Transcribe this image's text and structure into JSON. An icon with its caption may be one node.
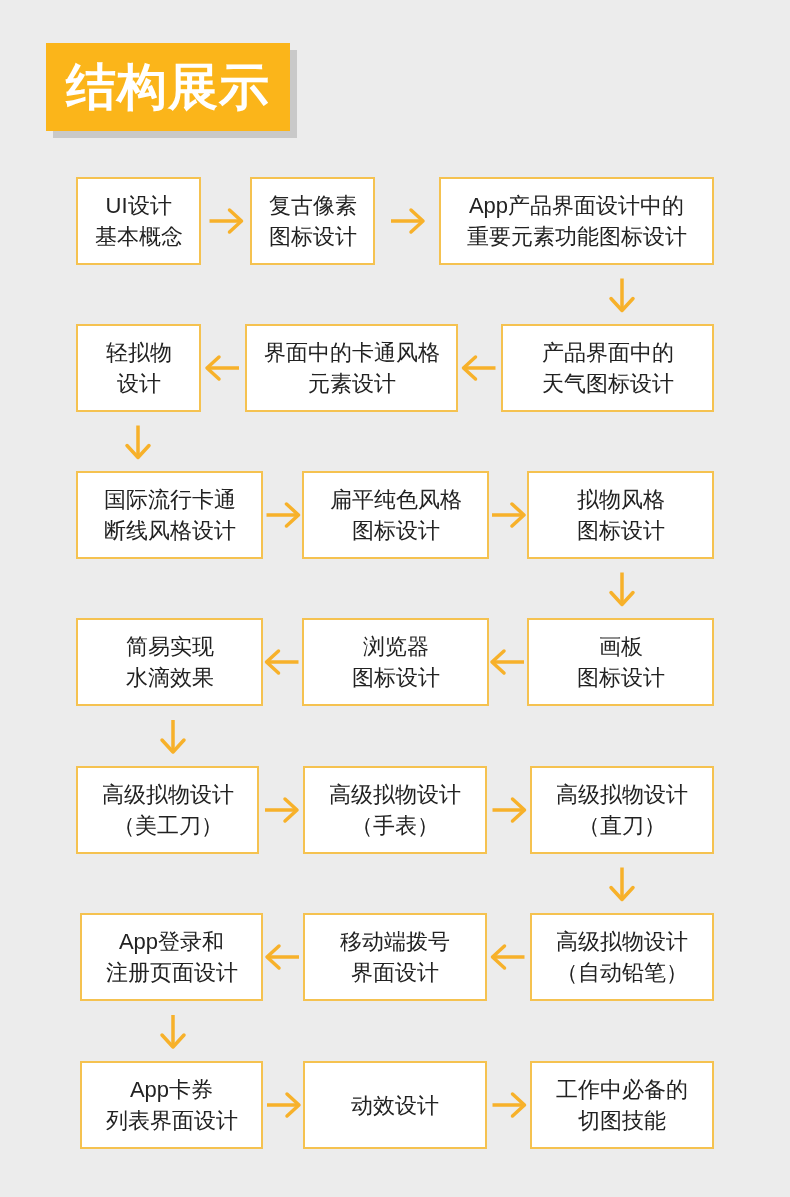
{
  "diagram": {
    "title": "结构展示",
    "nodes": [
      {
        "text": [
          "UI设计基本概念"
        ]
      },
      {
        "text": [
          "复古像素图标设计"
        ]
      },
      {
        "text": [
          "App产品界面设计中的重要元素功能图标设计"
        ]
      },
      {
        "text": [
          "轻拟物设计"
        ]
      },
      {
        "text": [
          "界面中的卡通风格元素设计"
        ]
      },
      {
        "text": [
          "产品界面中的天气图标设计"
        ]
      },
      {
        "text": [
          "国际流行卡通断线风格设计"
        ]
      },
      {
        "text": [
          "扁平纯色风格图标设计"
        ]
      },
      {
        "text": [
          "拟物风格图标设计"
        ]
      },
      {
        "text": [
          "简易实现水滴效果"
        ]
      },
      {
        "text": [
          "浏览器图标设计"
        ]
      },
      {
        "text": [
          "画板图标设计"
        ]
      },
      {
        "text": [
          "高级拟物设计（美工刀）"
        ]
      },
      {
        "text": [
          "高级拟物设计（手表）"
        ]
      },
      {
        "text": [
          "高级拟物设计（直刀）"
        ]
      },
      {
        "text": [
          "App登录和注册页面设计"
        ]
      },
      {
        "text": [
          "移动端拨号界面设计"
        ]
      },
      {
        "text": [
          "高级拟物设计（自动铅笔）"
        ]
      },
      {
        "text": [
          "App卡券列表界面设计"
        ]
      },
      {
        "text": [
          "动效设计"
        ]
      },
      {
        "text": [
          "工作中必备的切图技能"
        ]
      }
    ],
    "edges": [
      {
        "from": 0,
        "to": 1,
        "arrow": "to"
      },
      {
        "from": 1,
        "to": 2,
        "arrow": "to"
      },
      {
        "from": 2,
        "to": 5,
        "arrow": "to"
      },
      {
        "from": 5,
        "to": 4,
        "arrow": "to"
      },
      {
        "from": 4,
        "to": 3,
        "arrow": "to"
      },
      {
        "from": 3,
        "to": 6,
        "arrow": "to"
      },
      {
        "from": 6,
        "to": 7,
        "arrow": "to"
      },
      {
        "from": 7,
        "to": 8,
        "arrow": "to"
      },
      {
        "from": 8,
        "to": 11,
        "arrow": "to"
      },
      {
        "from": 11,
        "to": 10,
        "arrow": "to"
      },
      {
        "from": 10,
        "to": 9,
        "arrow": "to"
      },
      {
        "from": 9,
        "to": 12,
        "arrow": "to"
      },
      {
        "from": 12,
        "to": 13,
        "arrow": "to"
      },
      {
        "from": 13,
        "to": 14,
        "arrow": "to"
      },
      {
        "from": 14,
        "to": 17,
        "arrow": "to"
      },
      {
        "from": 17,
        "to": 16,
        "arrow": "to"
      },
      {
        "from": 16,
        "to": 15,
        "arrow": "to"
      },
      {
        "from": 15,
        "to": 18,
        "arrow": "to"
      },
      {
        "from": 18,
        "to": 19,
        "arrow": "to"
      },
      {
        "from": 19,
        "to": 20,
        "arrow": "to"
      }
    ]
  }
}
